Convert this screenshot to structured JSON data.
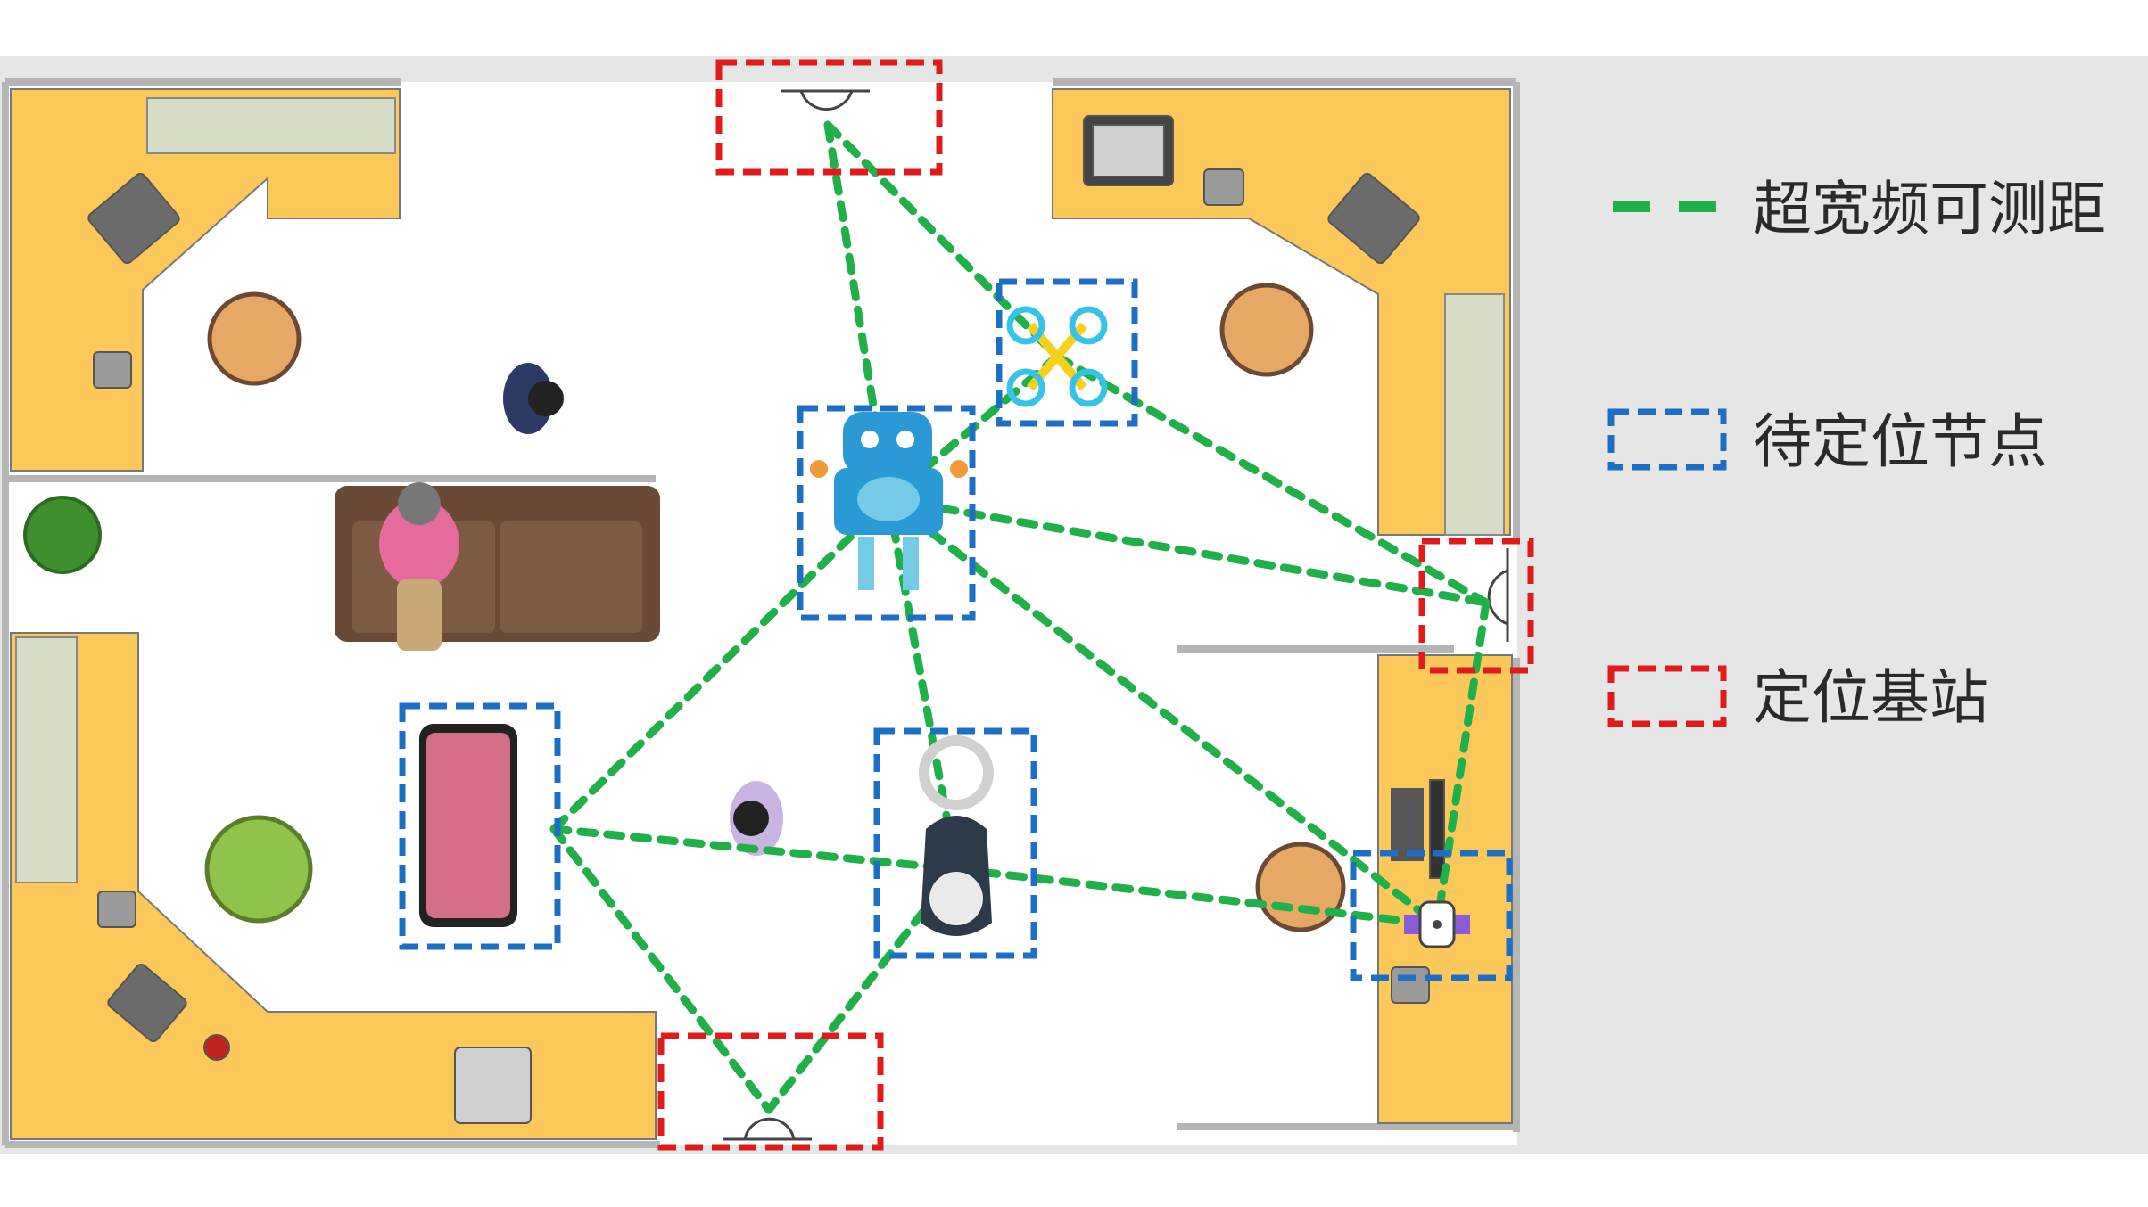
{
  "legend": {
    "uwb_ranging": "超宽频可测距",
    "pending_node": "待定位节点",
    "base_station": "定位基站"
  },
  "colors": {
    "uwb_line": "#1fb04a",
    "pending_box": "#1c6fc4",
    "station_box": "#e11b1b",
    "desk": "#fdc85a",
    "background_panel": "#e6e6e6",
    "floor": "#ffffff",
    "sofa": "#6b4a35"
  },
  "base_stations": [
    "top-door",
    "right-door",
    "bottom-door"
  ],
  "pending_nodes": [
    "drone",
    "robot",
    "smartphone",
    "airtag",
    "smartwatch"
  ],
  "ranging_links": [
    [
      "top-door",
      "robot"
    ],
    [
      "top-door",
      "drone"
    ],
    [
      "drone",
      "robot"
    ],
    [
      "drone",
      "right-door"
    ],
    [
      "robot",
      "right-door"
    ],
    [
      "robot",
      "smartphone"
    ],
    [
      "robot",
      "airtag"
    ],
    [
      "robot",
      "smartwatch"
    ],
    [
      "right-door",
      "smartwatch"
    ],
    [
      "smartphone",
      "airtag"
    ],
    [
      "airtag",
      "smartwatch"
    ],
    [
      "smartphone",
      "bottom-door"
    ],
    [
      "airtag",
      "bottom-door"
    ]
  ]
}
